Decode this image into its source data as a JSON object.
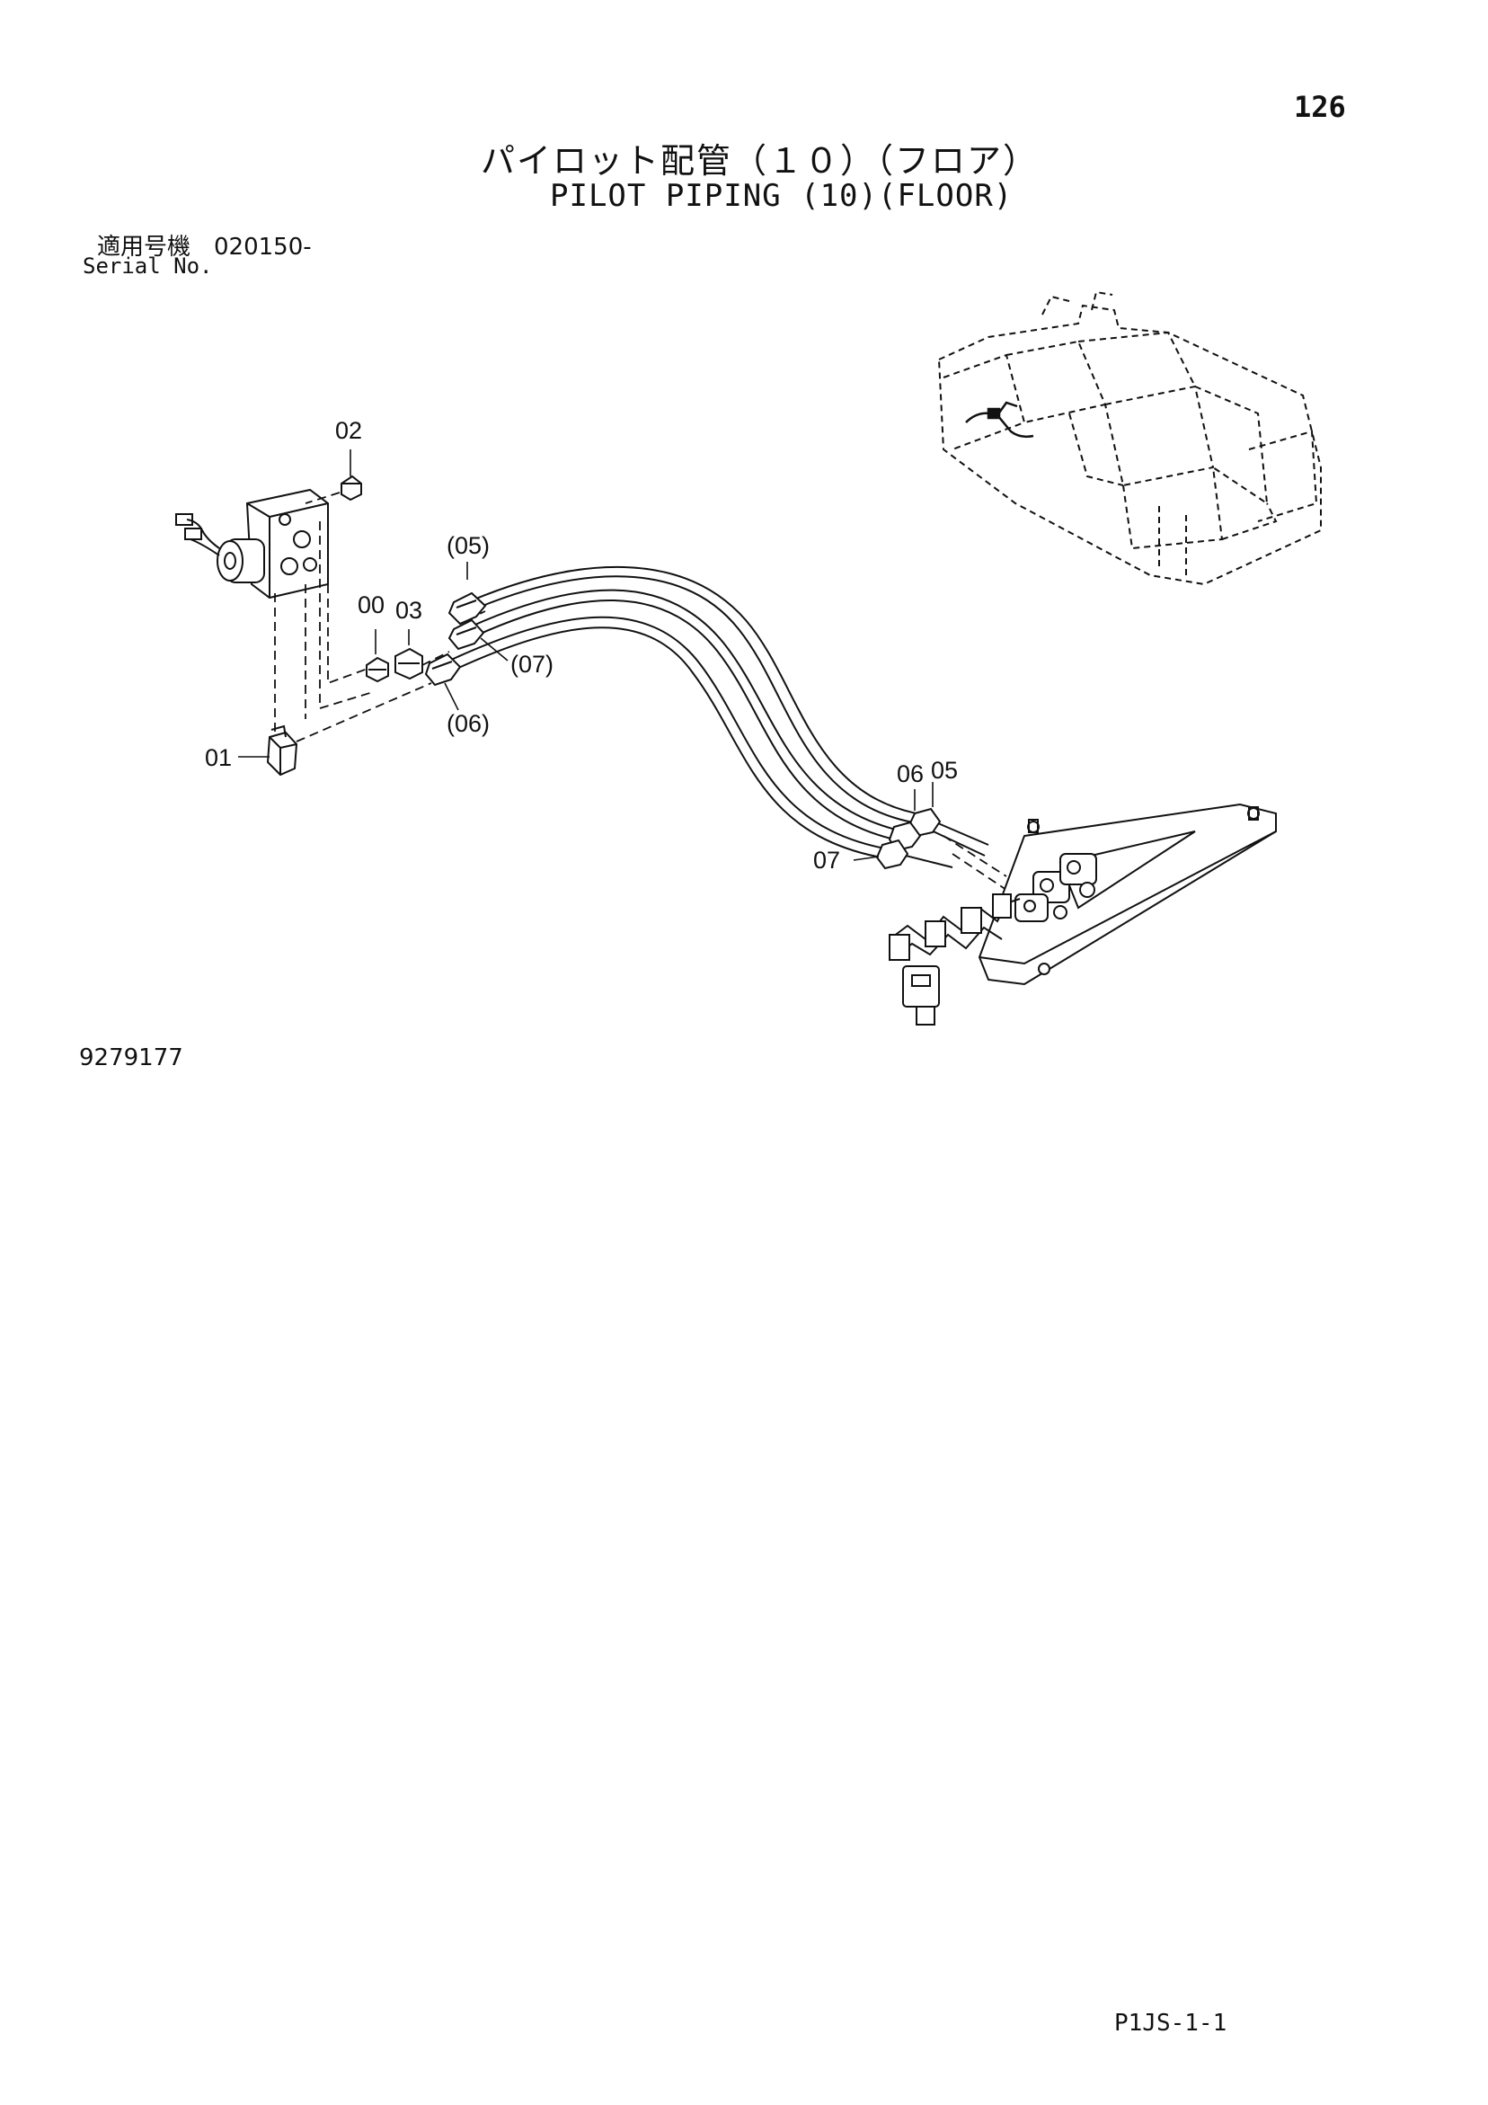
{
  "header": {
    "page_number": "126",
    "title_jp": "パイロット配管（１０）（フロア）",
    "title_en": "PILOT PIPING (10)(FLOOR)",
    "serial_jp": "適用号機　020150-",
    "serial_en": "Serial No."
  },
  "diagram": {
    "callouts": {
      "c02": "02",
      "c05p": "(05)",
      "c00": "00",
      "c03": "03",
      "c07p": "(07)",
      "c06p": "(06)",
      "c01": "01",
      "c06": "06",
      "c05": "05",
      "c07": "07"
    }
  },
  "footer": {
    "drawing_number": "9279177",
    "page_code": "P1JS-1-1"
  }
}
